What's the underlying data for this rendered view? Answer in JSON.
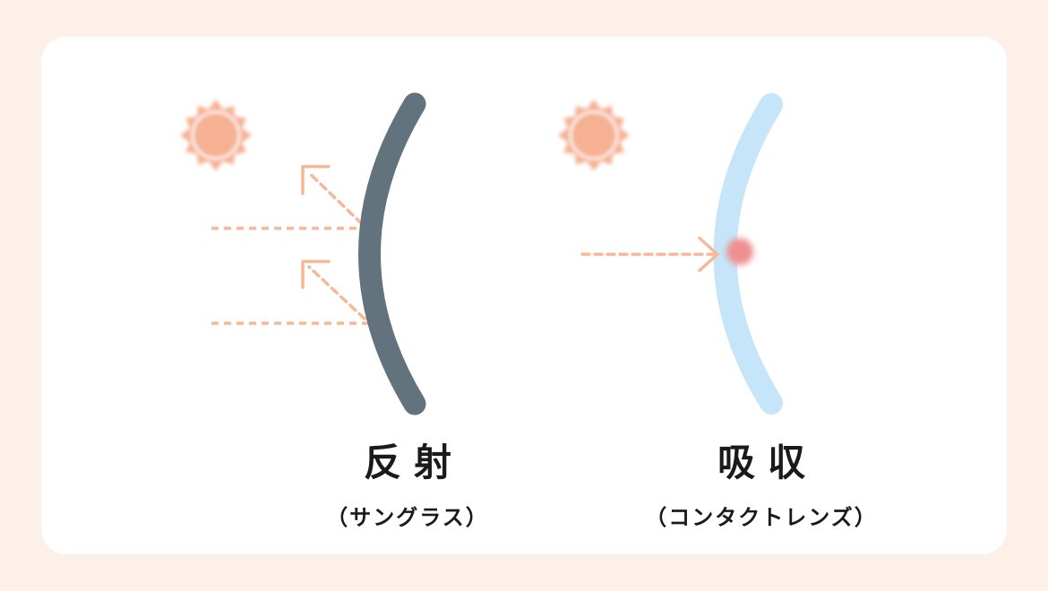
{
  "left": {
    "title": "反射",
    "subtitle": "（サングラス）"
  },
  "right": {
    "title": "吸収",
    "subtitle": "（コンタクトレンズ）"
  },
  "colors": {
    "background": "#fdf0e8",
    "card": "#ffffff",
    "sun": "#f5b192",
    "ray": "#f5b99a",
    "sunglass_lens": "#62737d",
    "contact_lens": "#c6e5f8",
    "absorption_spot": "#ee8f8f",
    "text": "#1a1a1a"
  },
  "icons": {
    "sun": "sun-icon",
    "ray": "dashed-arrow",
    "lens": "curved-lens"
  }
}
